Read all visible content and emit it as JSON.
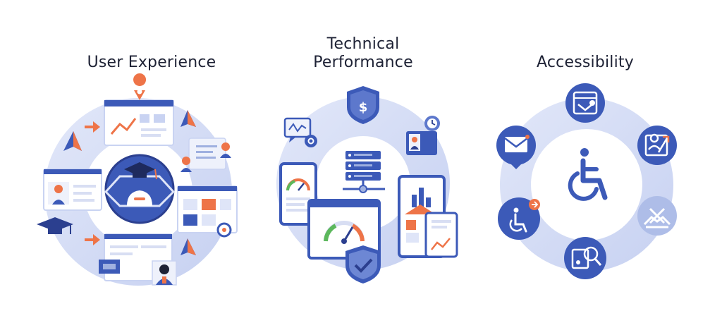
{
  "sections": {
    "user_experience": {
      "title": "User Experience"
    },
    "technical_performance": {
      "title_line1": "Technical",
      "title_line2": "Performance"
    },
    "accessibility": {
      "title": "Accessibility"
    }
  },
  "colors": {
    "ring": "#dde4f8",
    "primary": "#3c5ab8",
    "primary_dark": "#2b3f8f",
    "accent_orange": "#ee7448",
    "panel_bg": "#f3f5fc",
    "text_dark": "#1e2235"
  },
  "icons": {
    "ux": [
      "location-pin-icon",
      "graduation-cap-icon",
      "user-profile-icon",
      "arrow-icon",
      "cursor-icon",
      "chart-window-icon"
    ],
    "tech": [
      "shield-dollar-icon",
      "server-icon",
      "gauge-icon",
      "shield-check-icon",
      "tablet-chart-icon",
      "chat-chart-icon"
    ],
    "a11y": [
      "wheelchair-icon",
      "mail-icon",
      "ui-switch-icon",
      "person-arrow-icon",
      "hands-icon",
      "search-wheelchair-icon",
      "accessible-badge-icon"
    ]
  }
}
